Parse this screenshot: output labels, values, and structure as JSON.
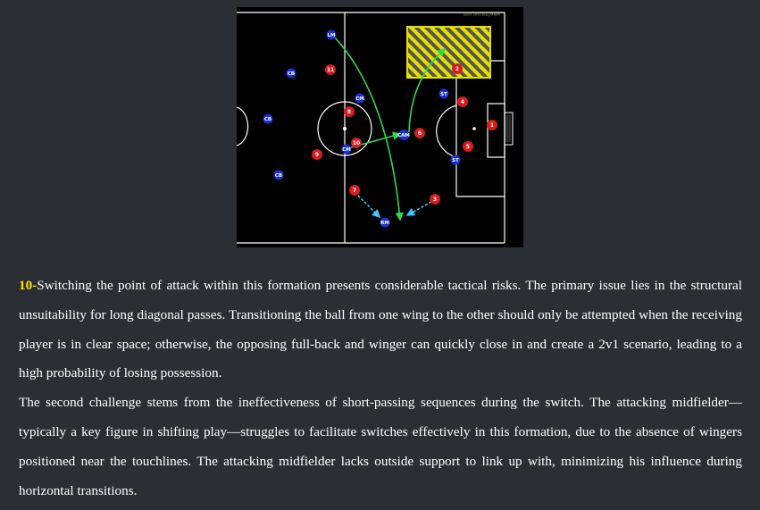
{
  "figure": {
    "watermark": "www.fmscout.com",
    "colors": {
      "pitch_bg": "#000000",
      "lines": "#ffffff",
      "blue_team": "#1a2fd6",
      "red_team": "#d71d1d",
      "pass_arrow": "#34d84a",
      "run_arrow": "#3ec8ff",
      "target_zone": "#e6e000"
    },
    "blue_players": [
      {
        "label": "LM"
      },
      {
        "label": "CB"
      },
      {
        "label": "CB"
      },
      {
        "label": "CB"
      },
      {
        "label": "CM"
      },
      {
        "label": "CM"
      },
      {
        "label": "CAM"
      },
      {
        "label": "ST"
      },
      {
        "label": "ST"
      },
      {
        "label": "RM"
      }
    ],
    "red_players": [
      {
        "label": "11"
      },
      {
        "label": "8"
      },
      {
        "label": "10"
      },
      {
        "label": "9"
      },
      {
        "label": "7"
      },
      {
        "label": "6"
      },
      {
        "label": "2"
      },
      {
        "label": "4"
      },
      {
        "label": "5"
      },
      {
        "label": "3"
      },
      {
        "label": "1"
      }
    ]
  },
  "article": {
    "lead_number": "10-",
    "paragraph1": "Switching the point of attack within this formation presents considerable tactical risks. The primary issue lies in the structural unsuitability for long diagonal passes. Transitioning the ball from one wing to the other should only be attempted when the receiving player is in clear space; otherwise, the opposing full-back and winger can quickly close in and create a 2v1 scenario, leading to a high probability of losing possession.",
    "paragraph2": "The second challenge stems from the ineffectiveness of short-passing sequences during the switch. The attacking midfielder—typically a key figure in shifting play—struggles to facilitate switches effectively in this formation, due to the absence of wingers positioned near the touchlines. The attacking midfielder lacks outside support to link up with, minimizing his influence during horizontal transitions."
  }
}
